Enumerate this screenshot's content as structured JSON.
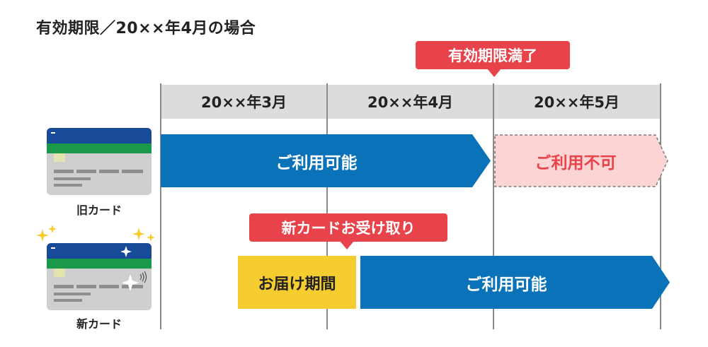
{
  "title": "有効期限／20××年4月の場合",
  "months": [
    "20××年3月",
    "20××年4月",
    "20××年5月"
  ],
  "expiry_callout": "有効期限満了",
  "old_card": {
    "label": "旧カード",
    "available": "ご利用可能",
    "unavailable": "ご利用不可"
  },
  "new_card": {
    "label": "新カード",
    "receive_callout": "新カードお受け取り",
    "delivery": "お届け期間",
    "available": "ご利用可能"
  },
  "colors": {
    "blue_bar": "#0a72b8",
    "pink_bar": "#fcd4d4",
    "red_text": "#e8424a",
    "yellow_bar": "#f5cd2e",
    "callout_red": "#e8424a",
    "header_gray": "#dcdcdc"
  }
}
